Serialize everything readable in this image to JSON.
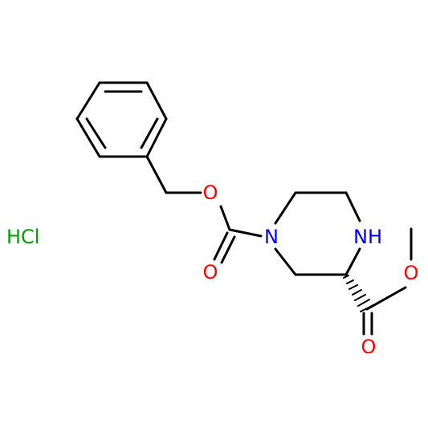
{
  "molecule": {
    "salt": {
      "text": "HCl",
      "color": "#00a000"
    },
    "atoms": {
      "ester_o": {
        "text": "O",
        "color": "#ff0000"
      },
      "carbamate_o": {
        "text": "O",
        "color": "#ff0000"
      },
      "ring_n1": {
        "text": "N",
        "color": "#0000ff"
      },
      "ring_nh": {
        "text": "NH",
        "color": "#0000ff"
      },
      "methyl_ester_o": {
        "text": "O",
        "color": "#ff0000"
      },
      "methyl_carbonyl_o": {
        "text": "O",
        "color": "#ff0000"
      }
    }
  }
}
